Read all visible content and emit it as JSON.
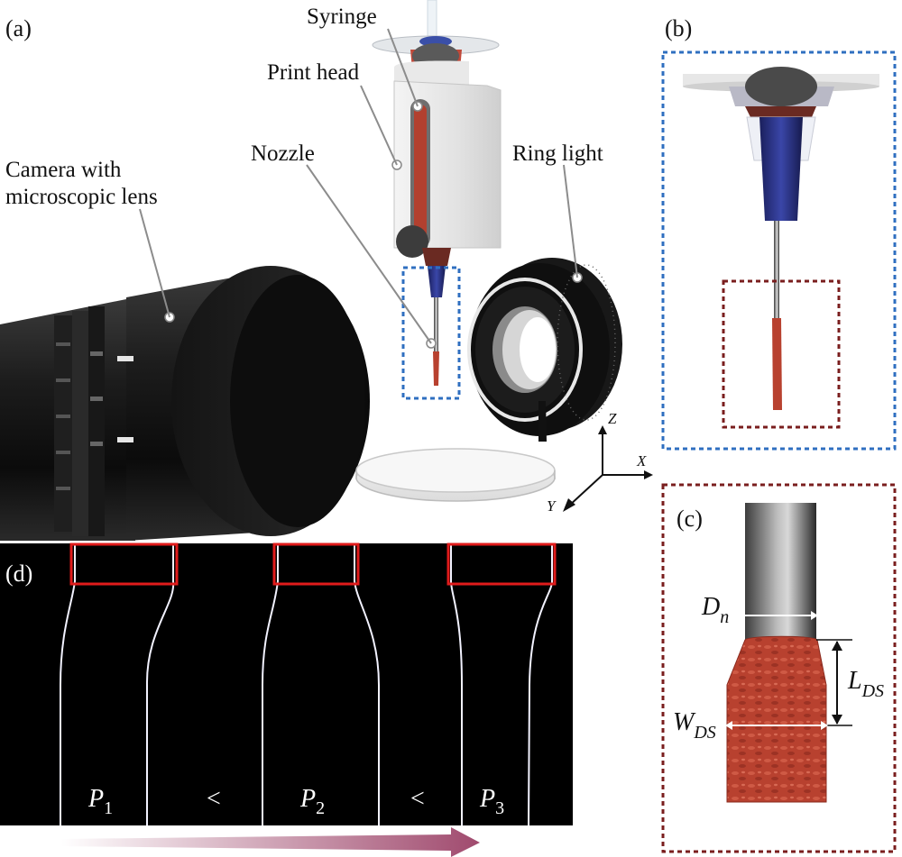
{
  "panels": {
    "a": "(a)",
    "b": "(b)",
    "c": "(c)",
    "d": "(d)"
  },
  "labels": {
    "syringe": "Syringe",
    "print_head": "Print head",
    "nozzle": "Nozzle",
    "ring_light": "Ring light",
    "camera_line1": "Camera with",
    "camera_line2": "microscopic lens"
  },
  "axes": {
    "z": "Z",
    "x": "X",
    "y": "Y"
  },
  "measurements": {
    "dn_main": "D",
    "dn_sub": "n",
    "lds_main": "L",
    "lds_sub": "DS",
    "wds_main": "W",
    "wds_sub": "DS"
  },
  "pressure": {
    "p1_main": "P",
    "p1_sub": "1",
    "lt1": "<",
    "p2_main": "P",
    "p2_sub": "2",
    "lt2": "<",
    "p3_main": "P",
    "p3_sub": "3"
  },
  "colors": {
    "blue_dashed": "#2f6fc0",
    "red_dashed": "#7a1e1e",
    "bioink": "#b8412f",
    "red_box": "#e01b1b",
    "arrow": "#a04a6e"
  }
}
